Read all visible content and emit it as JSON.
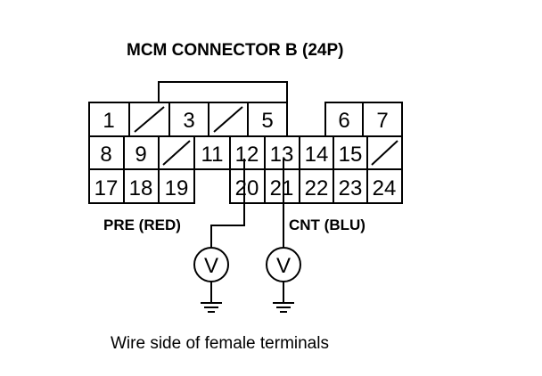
{
  "title": "MCM CONNECTOR B (24P)",
  "row1": [
    "1",
    "",
    "3",
    "",
    "5",
    "6",
    "7"
  ],
  "row2": [
    "8",
    "9",
    "",
    "11",
    "12",
    "13",
    "14",
    "15",
    ""
  ],
  "row3": [
    "17",
    "18",
    "19",
    "20",
    "21",
    "22",
    "23",
    "24"
  ],
  "label_pre": "PRE (RED)",
  "label_cnt": "CNT (BLU)",
  "voltmeter_symbol": "V",
  "caption": "Wire side of female terminals"
}
